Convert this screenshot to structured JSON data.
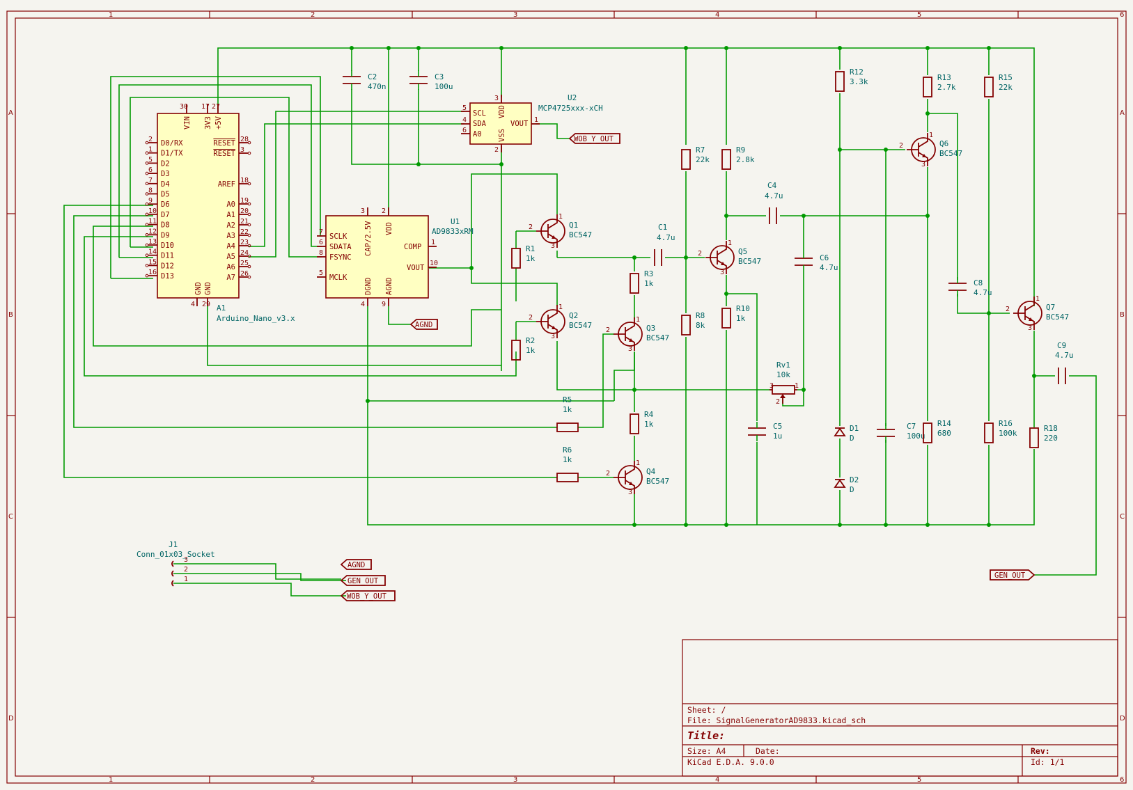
{
  "zones_top": [
    "1",
    "2",
    "3",
    "4",
    "5",
    "6"
  ],
  "zones_left": [
    "A",
    "B",
    "C",
    "D"
  ],
  "arduino": {
    "ref": "A1",
    "value": "Arduino_Nano_v3.x",
    "left_pins": [
      {
        "num": "2",
        "name": "D0/RX"
      },
      {
        "num": "1",
        "name": "D1/TX"
      },
      {
        "num": "5",
        "name": "D2"
      },
      {
        "num": "6",
        "name": "D3"
      },
      {
        "num": "7",
        "name": "D4"
      },
      {
        "num": "8",
        "name": "D5"
      },
      {
        "num": "9",
        "name": "D6"
      },
      {
        "num": "10",
        "name": "D7"
      },
      {
        "num": "11",
        "name": "D8"
      },
      {
        "num": "12",
        "name": "D9"
      },
      {
        "num": "13",
        "name": "D10"
      },
      {
        "num": "14",
        "name": "D11"
      },
      {
        "num": "15",
        "name": "D12"
      },
      {
        "num": "16",
        "name": "D13"
      }
    ],
    "right_pins": [
      {
        "num": "28",
        "name": "RESET"
      },
      {
        "num": "3",
        "name": "RESET"
      },
      {
        "num": "18",
        "name": "AREF"
      },
      {
        "num": "19",
        "name": "A0"
      },
      {
        "num": "20",
        "name": "A1"
      },
      {
        "num": "21",
        "name": "A2"
      },
      {
        "num": "22",
        "name": "A3"
      },
      {
        "num": "23",
        "name": "A4"
      },
      {
        "num": "24",
        "name": "A5"
      },
      {
        "num": "25",
        "name": "A6"
      },
      {
        "num": "26",
        "name": "A7"
      }
    ],
    "top_pins": [
      {
        "num": "30",
        "name": "VIN"
      },
      {
        "num": "17",
        "name": "3V3"
      },
      {
        "num": "27",
        "name": "+5V"
      }
    ],
    "bottom_pins": [
      {
        "num": "4",
        "name": "GND"
      },
      {
        "num": "29",
        "name": "GND"
      }
    ]
  },
  "u1": {
    "ref": "U1",
    "value": "AD9833xRM",
    "left_pins": [
      {
        "num": "7",
        "name": "SCLK"
      },
      {
        "num": "6",
        "name": "SDATA"
      },
      {
        "num": "8",
        "name": "FSYNC"
      },
      {
        "num": "5",
        "name": "MCLK"
      }
    ],
    "right_pins": [
      {
        "num": "1",
        "name": "COMP"
      },
      {
        "num": "10",
        "name": "VOUT"
      }
    ],
    "top_pins": [
      {
        "num": "3",
        "name": "CAP/2.5V"
      },
      {
        "num": "2",
        "name": "VDD"
      }
    ],
    "bottom_pins": [
      {
        "num": "4",
        "name": "DGND"
      },
      {
        "num": "9",
        "name": "AGND"
      }
    ]
  },
  "u2": {
    "ref": "U2",
    "value": "MCP4725xxx-xCH",
    "left_pins": [
      {
        "num": "5",
        "name": "SCL"
      },
      {
        "num": "4",
        "name": "SDA"
      },
      {
        "num": "6",
        "name": "A0"
      }
    ],
    "right_pins": [
      {
        "num": "1",
        "name": "VOUT"
      }
    ],
    "top_pins": [
      {
        "num": "3",
        "name": "VDD"
      }
    ],
    "bottom_pins": [
      {
        "num": "2",
        "name": "VSS"
      }
    ]
  },
  "caps": [
    {
      "ref": "C2",
      "value": "470n"
    },
    {
      "ref": "C3",
      "value": "100u"
    },
    {
      "ref": "C1",
      "value": "4.7u"
    },
    {
      "ref": "C4",
      "value": "4.7u"
    },
    {
      "ref": "C6",
      "value": "4.7u"
    },
    {
      "ref": "C5",
      "value": "1u"
    },
    {
      "ref": "C7",
      "value": "100u"
    },
    {
      "ref": "C8",
      "value": "4.7u"
    },
    {
      "ref": "C9",
      "value": "4.7u"
    }
  ],
  "resistors": [
    {
      "ref": "R1",
      "value": "1k"
    },
    {
      "ref": "R2",
      "value": "1k"
    },
    {
      "ref": "R3",
      "value": "1k"
    },
    {
      "ref": "R4",
      "value": "1k"
    },
    {
      "ref": "R5",
      "value": "1k"
    },
    {
      "ref": "R6",
      "value": "1k"
    },
    {
      "ref": "R7",
      "value": "22k"
    },
    {
      "ref": "R8",
      "value": "8k"
    },
    {
      "ref": "R9",
      "value": "2.8k"
    },
    {
      "ref": "R10",
      "value": "1k"
    },
    {
      "ref": "R12",
      "value": "3.3k"
    },
    {
      "ref": "R13",
      "value": "2.7k"
    },
    {
      "ref": "R14",
      "value": "680"
    },
    {
      "ref": "R15",
      "value": "22k"
    },
    {
      "ref": "R16",
      "value": "100k"
    },
    {
      "ref": "R18",
      "value": "220"
    }
  ],
  "transistors": [
    {
      "ref": "Q1",
      "value": "BC547"
    },
    {
      "ref": "Q2",
      "value": "BC547"
    },
    {
      "ref": "Q3",
      "value": "BC547"
    },
    {
      "ref": "Q4",
      "value": "BC547"
    },
    {
      "ref": "Q5",
      "value": "BC547"
    },
    {
      "ref": "Q6",
      "value": "BC547"
    },
    {
      "ref": "Q7",
      "value": "BC547"
    }
  ],
  "diodes": [
    {
      "ref": "D1",
      "value": "D"
    },
    {
      "ref": "D2",
      "value": "D"
    }
  ],
  "pot": {
    "ref": "Rv1",
    "value": "10k",
    "pins": [
      "3",
      "2",
      "1"
    ]
  },
  "transistor_pins": [
    "1",
    "2",
    "3"
  ],
  "connector": {
    "ref": "J1",
    "value": "Conn_01x03_Socket",
    "pins": [
      "3",
      "2",
      "1"
    ]
  },
  "net_labels": {
    "agnd": "AGND",
    "gen_out": "GEN_OUT",
    "wob_y_out": "WOB_Y_OUT"
  },
  "title_block": {
    "sheet": "Sheet: /",
    "file": "File: SignalGeneratorAD9833.kicad_sch",
    "title": "Title:",
    "size": "Size: A4",
    "date": "Date:",
    "rev": "Rev:",
    "tool": "KiCad E.D.A. 9.0.0",
    "id": "Id: 1/1"
  }
}
